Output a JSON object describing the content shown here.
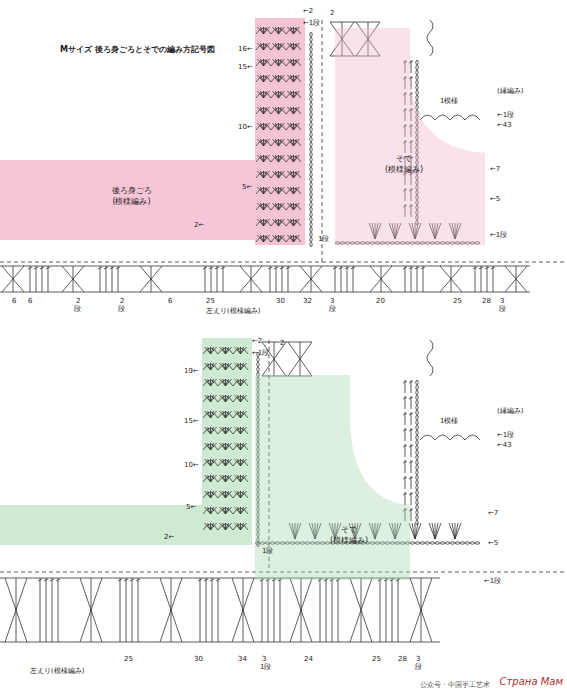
{
  "diagram": {
    "title": "Mサイズ 後ろ身ごろとそでの編み方記号図",
    "nodes": [
      {
        "text": [
          "後ろ身ごろ",
          "(模様編み)"
        ]
      },
      {
        "text": [
          "そで",
          "(模様編み)"
        ]
      },
      {
        "text": [
          "そで",
          "(模様編み)"
        ]
      }
    ],
    "labels": [
      "←2",
      "←1段",
      "2",
      "16←",
      "15←",
      "10←",
      "5←",
      "2←",
      "1段",
      "1模様",
      "(縁編み)",
      "←1段",
      "←43",
      "←7",
      "←5",
      "←1段",
      "6",
      "6",
      "2",
      "段",
      "2",
      "段",
      "6",
      "25",
      "左えり(模様編み)",
      "30",
      "32",
      "3",
      "段",
      "20",
      "25",
      "28",
      "3",
      "段",
      "←2",
      "←1段",
      "2",
      "19←",
      "15←",
      "10←",
      "5←",
      "2←",
      "1段",
      "1模様",
      "(縁編み)",
      "←1段",
      "←43",
      "←7",
      "←5",
      "←1段",
      "25",
      "30",
      "34",
      "3",
      "1段",
      "24",
      "25",
      "28",
      "3",
      "段",
      "左えり(模様編み)",
      "公众号 · 中国手工艺术",
      "Страна Мам"
    ]
  }
}
